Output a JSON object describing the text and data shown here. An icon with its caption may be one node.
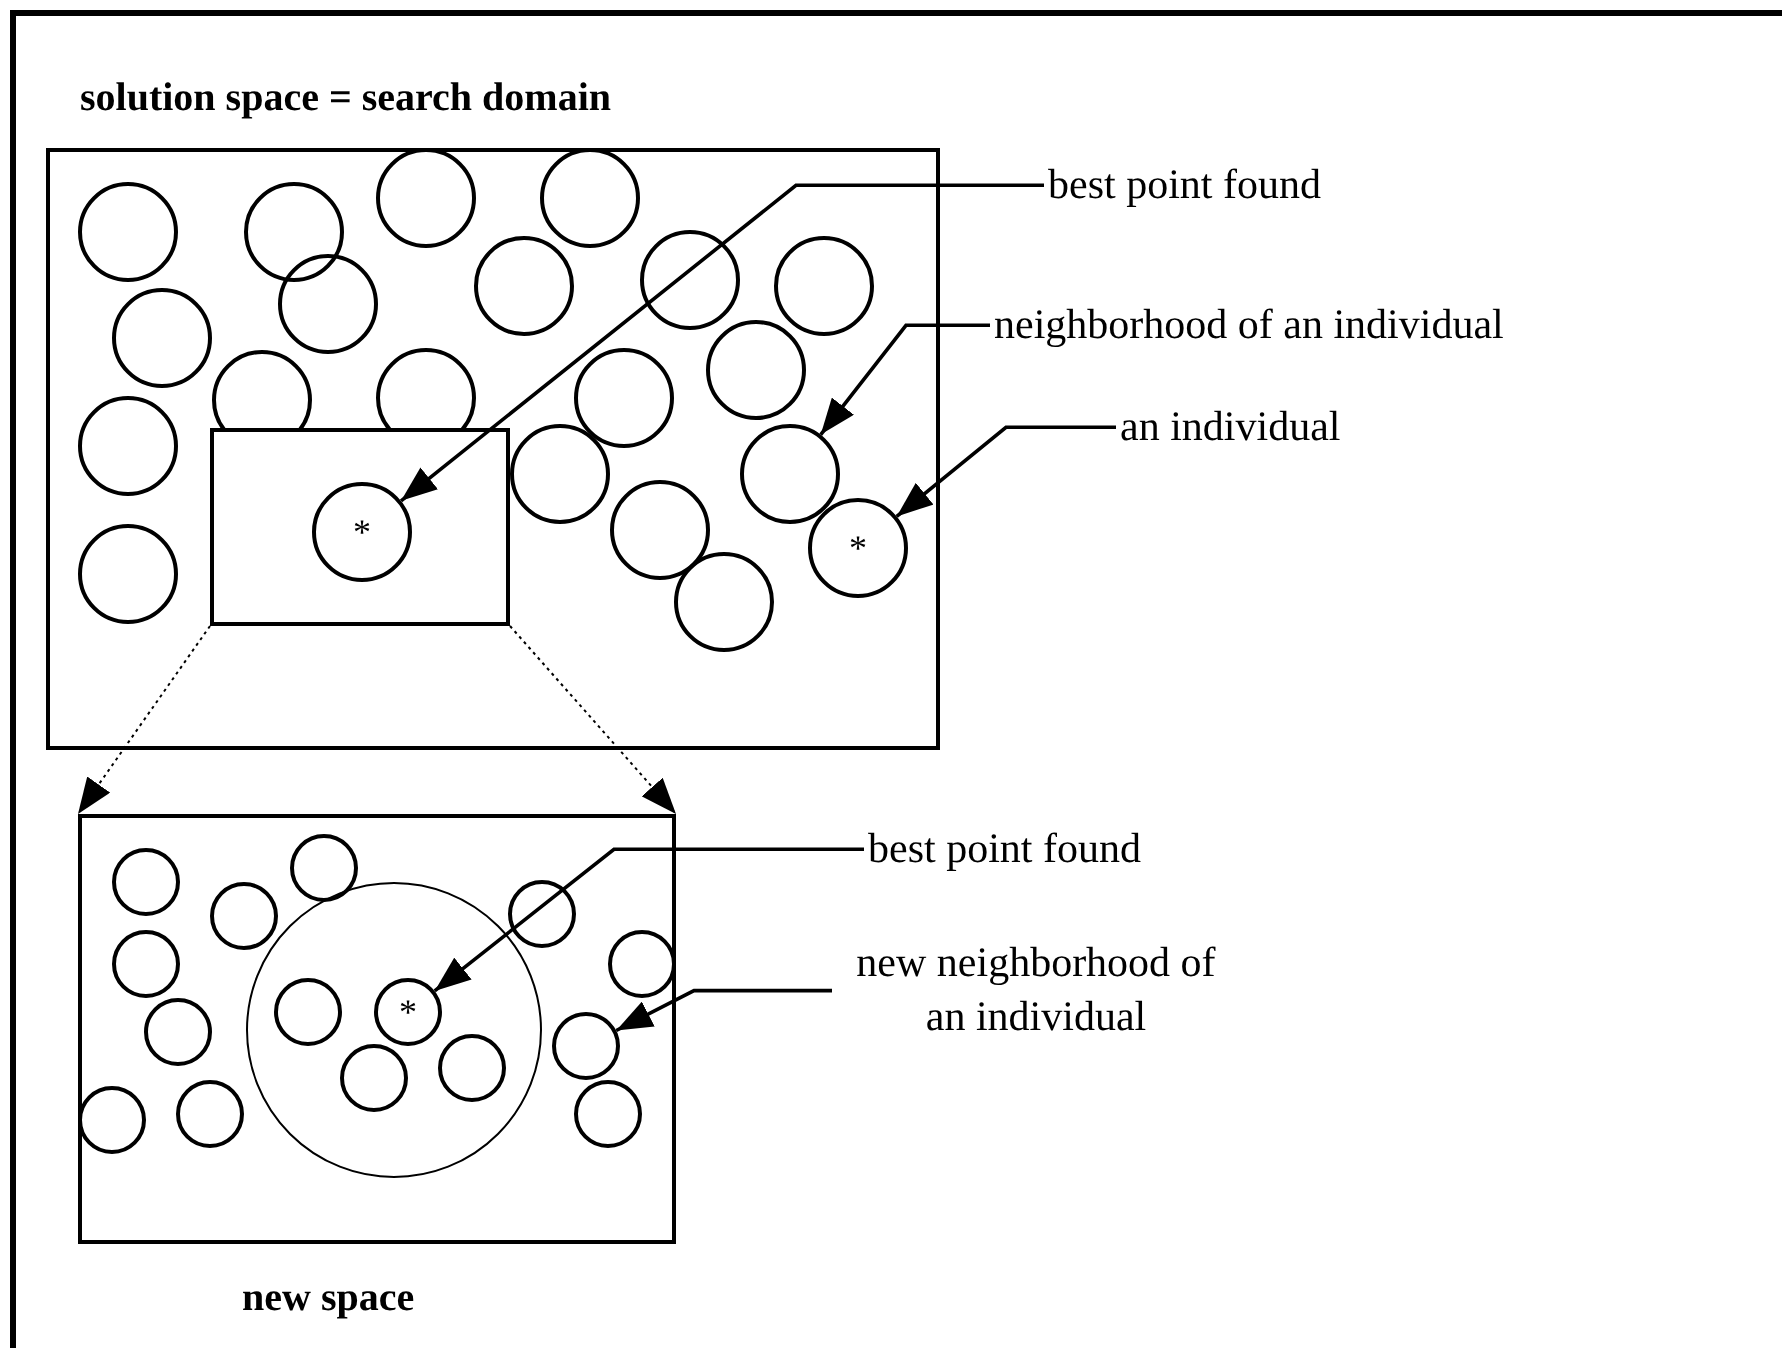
{
  "diagram": {
    "nodes": [
      {
        "text": [
          "solution space = search domain"
        ]
      },
      {
        "text": [],
        "shape": "box",
        "in": 0
      },
      {
        "text": [
          "*"
        ],
        "in": 1
      },
      {
        "text": [],
        "shape": "circle",
        "in": 0
      },
      {
        "text": [],
        "shape": "circle",
        "in": 0
      },
      {
        "text": [],
        "shape": "circle",
        "in": 0
      },
      {
        "text": [],
        "shape": "circle",
        "in": 0
      },
      {
        "text": [],
        "shape": "circle",
        "in": 0
      },
      {
        "text": [],
        "shape": "circle",
        "in": 0
      },
      {
        "text": [],
        "shape": "circle",
        "in": 0
      },
      {
        "text": [],
        "shape": "circle",
        "in": 0
      },
      {
        "text": [],
        "shape": "circle",
        "in": 0
      },
      {
        "text": [],
        "shape": "circle",
        "in": 0
      },
      {
        "text": [],
        "shape": "circle",
        "in": 0
      },
      {
        "text": [],
        "shape": "circle",
        "in": 0
      },
      {
        "text": [],
        "shape": "circle",
        "in": 0
      },
      {
        "text": [],
        "shape": "circle",
        "in": 0
      },
      {
        "text": [],
        "shape": "circle",
        "in": 0
      },
      {
        "text": [],
        "shape": "circle",
        "in": 0
      },
      {
        "text": [],
        "shape": "circle",
        "in": 0
      },
      {
        "text": [
          "*"
        ],
        "in": 0
      },
      {
        "text": [],
        "shape": "circle",
        "in": 0
      },
      {
        "text": [],
        "shape": "circle",
        "in": 0
      },
      {
        "text": [
          "best point found"
        ]
      },
      {
        "text": [
          "neighborhood of an individual"
        ]
      },
      {
        "text": [
          "an individual"
        ]
      },
      {
        "text": [
          "new space"
        ]
      },
      {
        "text": [],
        "shape": "circle",
        "in": 26
      },
      {
        "text": [
          "*"
        ],
        "in": 27
      },
      {
        "text": [],
        "shape": "circle",
        "in": 27
      },
      {
        "text": [],
        "shape": "circle",
        "in": 27
      },
      {
        "text": [],
        "shape": "circle",
        "in": 27
      },
      {
        "text": [],
        "shape": "circle",
        "in": 26
      },
      {
        "text": [],
        "shape": "circle",
        "in": 26
      },
      {
        "text": [],
        "shape": "circle",
        "in": 26
      },
      {
        "text": [],
        "shape": "circle",
        "in": 26
      },
      {
        "text": [],
        "shape": "circle",
        "in": 26
      },
      {
        "text": [],
        "shape": "circle",
        "in": 26
      },
      {
        "text": [],
        "shape": "circle",
        "in": 26
      },
      {
        "text": [],
        "shape": "circle",
        "in": 26
      },
      {
        "text": [],
        "shape": "circle",
        "in": 26
      },
      {
        "text": [],
        "shape": "circle",
        "in": 26
      },
      {
        "text": [],
        "shape": "circle",
        "in": 26
      },
      {
        "text": [
          "best point found"
        ]
      },
      {
        "text": [
          "new neighborhood of an individual"
        ]
      }
    ],
    "edges": [
      {
        "from": 23,
        "to": 2,
        "arrow": "to"
      },
      {
        "from": 24,
        "to": 18,
        "arrow": "to"
      },
      {
        "from": 25,
        "to": 20,
        "arrow": "to"
      },
      {
        "from": 1,
        "to": 26,
        "arrow": "to",
        "style": "dashed"
      },
      {
        "from": 1,
        "to": 26,
        "arrow": "to",
        "style": "dashed"
      },
      {
        "from": 43,
        "to": 28,
        "arrow": "to"
      },
      {
        "from": 44,
        "to": 39,
        "arrow": "to"
      }
    ]
  }
}
